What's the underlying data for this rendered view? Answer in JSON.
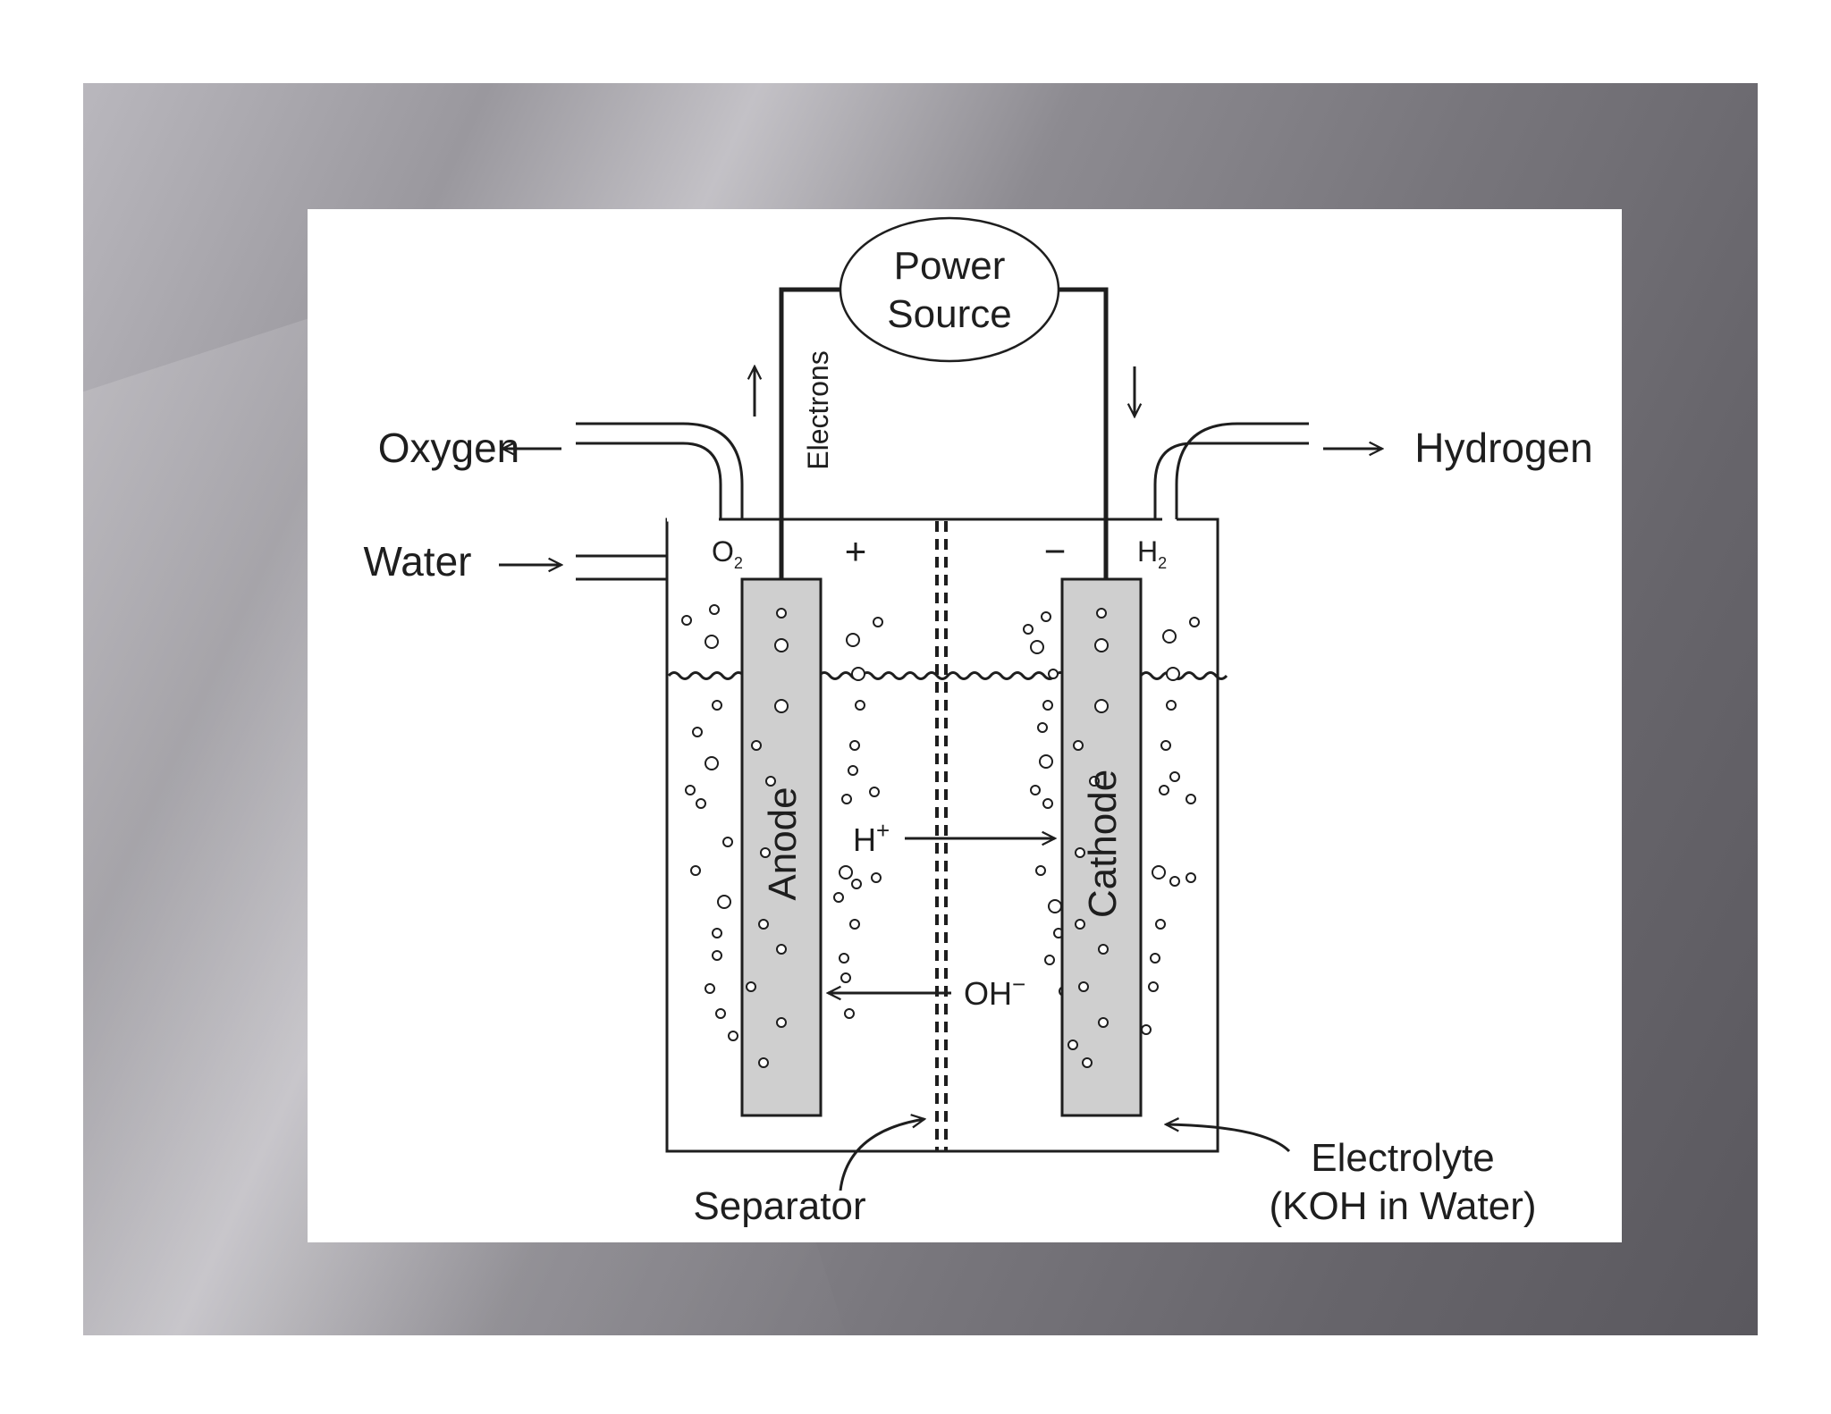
{
  "diagram": {
    "power_source": {
      "line1": "Power",
      "line2": "Source"
    },
    "electrons": "Electrons",
    "oxygen": "Oxygen",
    "hydrogen": "Hydrogen",
    "water": "Water",
    "o2": "O",
    "o2_sub": "2",
    "h2": "H",
    "h2_sub": "2",
    "plus": "+",
    "minus": "−",
    "anode": "Anode",
    "cathode": "Cathode",
    "h_ion": "H",
    "h_ion_sup": "+",
    "oh_ion": "OH",
    "oh_ion_sup": "−",
    "separator": "Separator",
    "electrolyte_line1": "Electrolyte",
    "electrolyte_line2": "(KOH in Water)"
  },
  "colors": {
    "line": "#1e1e1e",
    "electrode_fill": "#cfcfcf",
    "slide_dark": "#5a585e",
    "slide_light": "#c3c1c6"
  }
}
